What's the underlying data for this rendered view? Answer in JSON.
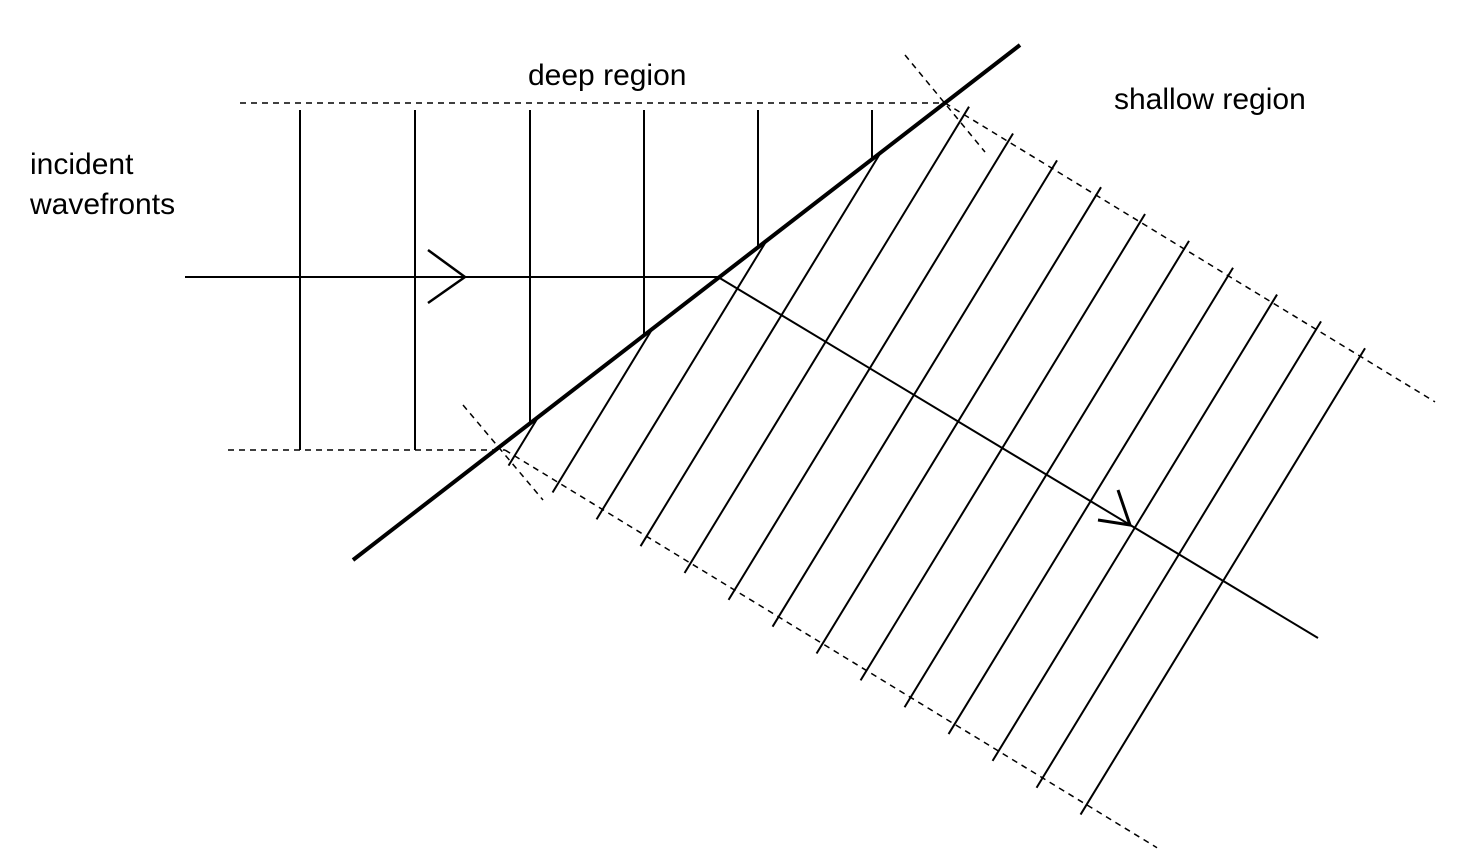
{
  "labels": {
    "deep_region": "deep region",
    "shallow_region": "shallow region",
    "incident_line1": "incident",
    "incident_line2": "wavefronts"
  },
  "colors": {
    "ink": "#000000",
    "background": "#ffffff"
  }
}
